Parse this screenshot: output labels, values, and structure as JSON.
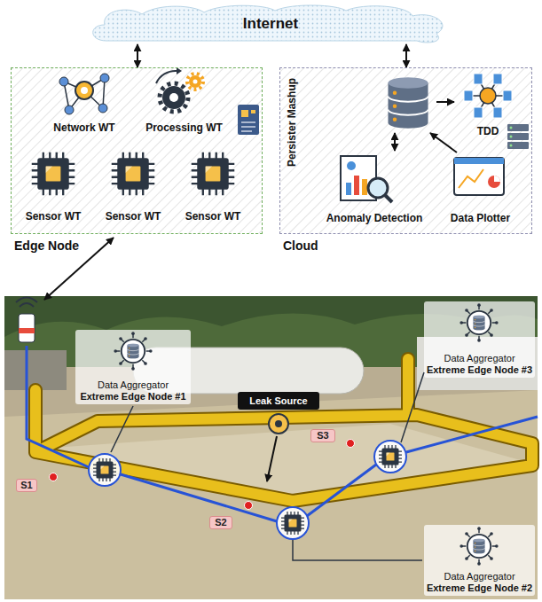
{
  "diagram": {
    "nodes": [
      {
        "text": [
          "Internet"
        ]
      },
      {
        "text": [
          "Edge Node"
        ]
      },
      {
        "text": [
          "Network WT"
        ],
        "in": 1
      },
      {
        "text": [
          "Processing WT"
        ],
        "in": 1
      },
      {
        "text": [
          "Sensor WT"
        ],
        "in": 1
      },
      {
        "text": [
          "Sensor WT"
        ],
        "in": 1
      },
      {
        "text": [
          "Sensor WT"
        ],
        "in": 1
      },
      {
        "text": [
          "Cloud"
        ]
      },
      {
        "text": [
          "Persister Mashup"
        ],
        "in": 7
      },
      {
        "text": [
          "TDD"
        ],
        "in": 7
      },
      {
        "text": [
          "Anomaly Detection"
        ],
        "in": 7
      },
      {
        "text": [
          "Data Plotter"
        ],
        "in": 7
      },
      {
        "text": [
          "Data Aggregator",
          "Extreme Edge Node #1"
        ]
      },
      {
        "text": [
          "Leak Source"
        ]
      },
      {
        "text": [
          "Data Aggregator",
          "Extreme Edge Node #3"
        ]
      },
      {
        "text": [
          "S1"
        ]
      },
      {
        "text": [
          "S2"
        ]
      },
      {
        "text": [
          "S3"
        ]
      },
      {
        "text": [
          "Data Aggregator",
          "Extreme Edge Node #2"
        ]
      }
    ],
    "edges": [
      {
        "from": 0,
        "to": 1,
        "arrow": "both"
      },
      {
        "from": 0,
        "to": 7,
        "arrow": "both"
      },
      {
        "from": 8,
        "to": 10,
        "arrow": "both"
      },
      {
        "from": 8,
        "to": 9,
        "arrow": "to"
      },
      {
        "from": 11,
        "to": 8,
        "arrow": "to"
      }
    ]
  }
}
